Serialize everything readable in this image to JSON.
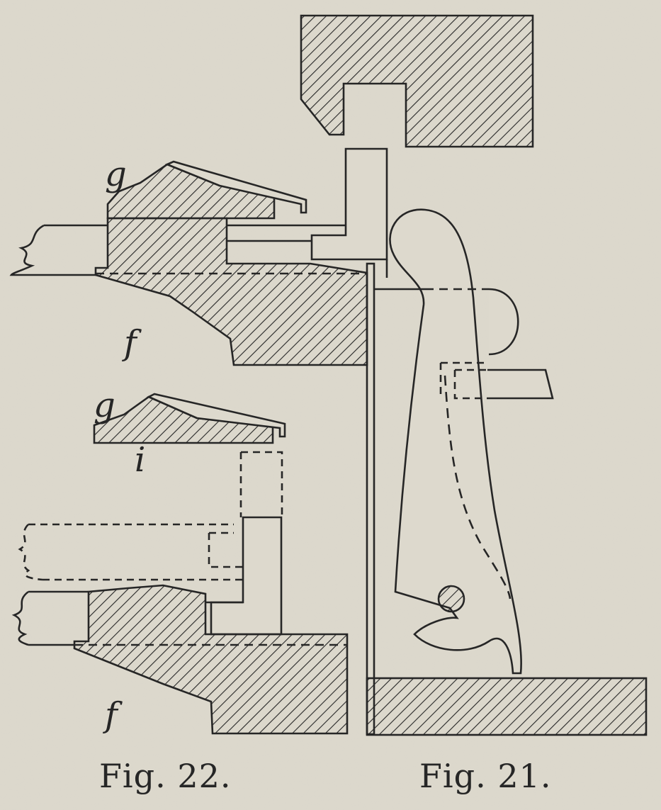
{
  "captions": {
    "fig22": "Fig. 22.",
    "fig21": "Fig. 21."
  },
  "letters": {
    "g_upper": "g",
    "f_upper": "f",
    "g_lower": "g",
    "i_lower": "i",
    "f_lower": "f"
  },
  "colors": {
    "paper": "#ddd9cd",
    "ink": "#262626"
  }
}
